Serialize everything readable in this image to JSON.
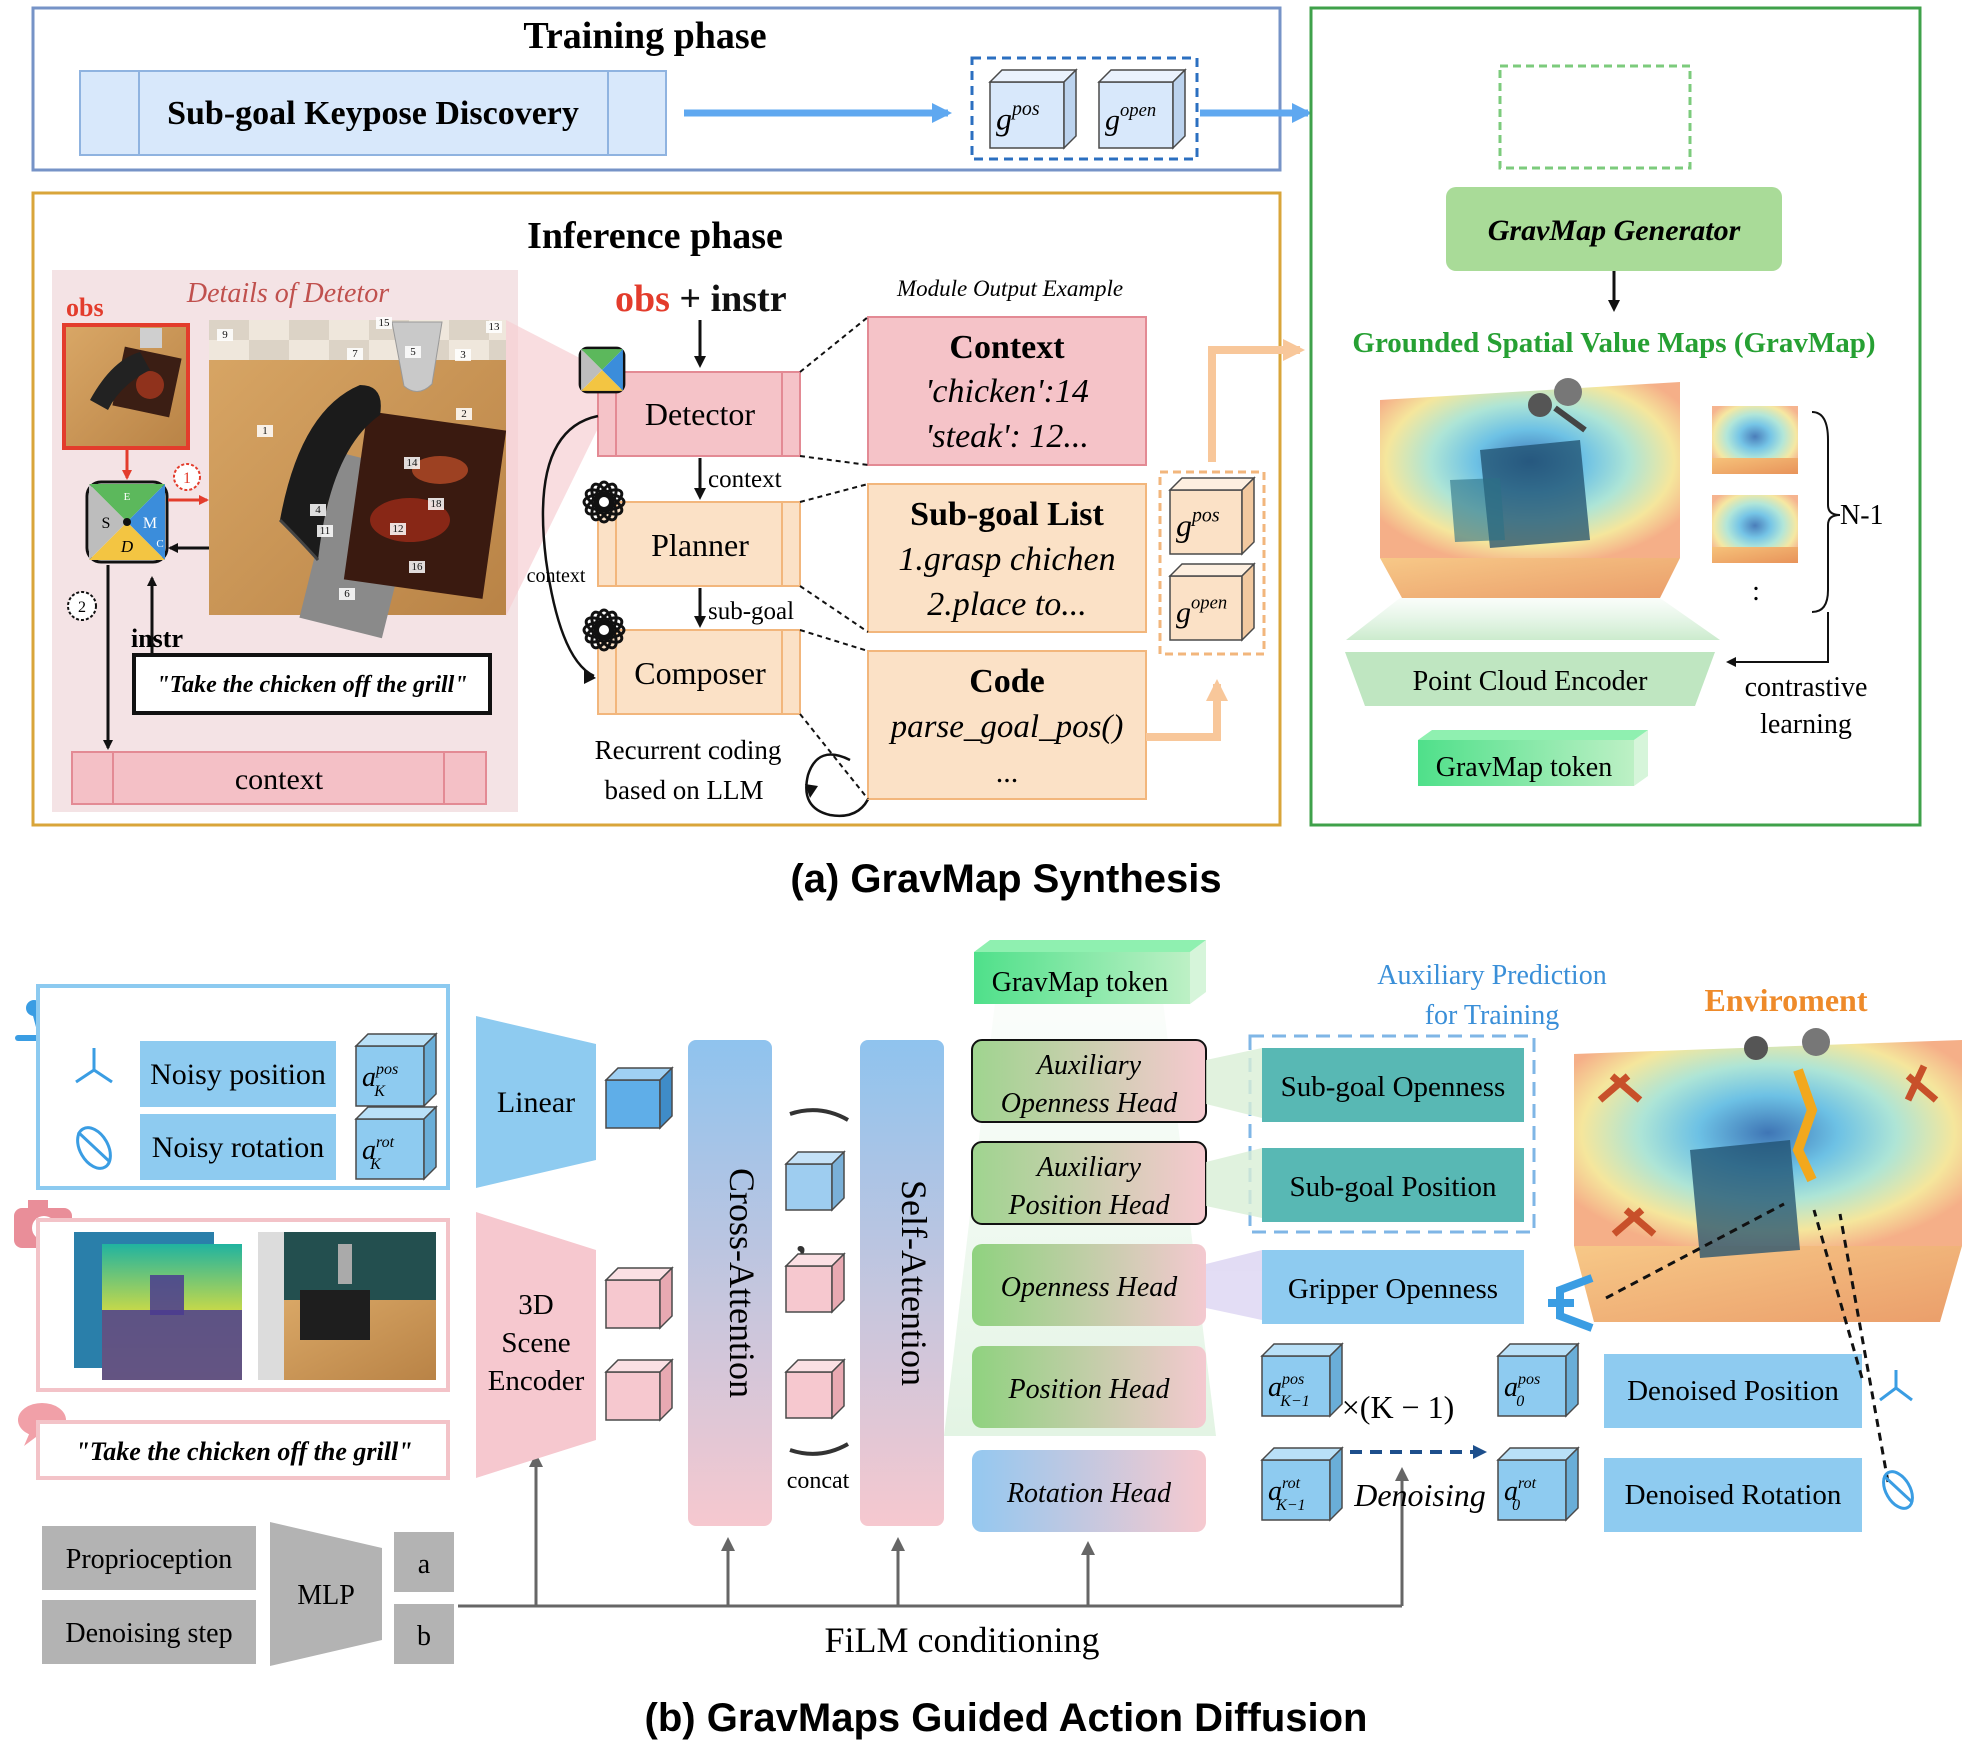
{
  "training": {
    "title": "Training phase",
    "keypose": "Sub-goal Keypose Discovery"
  },
  "goal_tokens": {
    "pos_sup": "pos",
    "open_sup": "open",
    "base": "g"
  },
  "inference": {
    "title": "Inference phase",
    "details_title": "Details of Detetor",
    "obs_label": "obs",
    "instr_label": "instr",
    "instr_text": "\"Take the chicken off the grill\"",
    "context_bar": "context",
    "step1": "1",
    "step2": "2",
    "scene_numbers": [
      "15",
      "13",
      "7",
      "5",
      "3",
      "9",
      "1",
      "2",
      "14",
      "18",
      "4",
      "11",
      "12",
      "16",
      "6"
    ],
    "icon_letters": [
      "S",
      "M",
      "D",
      "C",
      "E"
    ],
    "obs_word": "obs",
    "plus_instr": " + instr",
    "module_output_title": "Module Output Example",
    "detector": "Detector",
    "planner": "Planner",
    "composer": "Composer",
    "arrow_context": "context",
    "arrow_subgoal": "sub-goal",
    "side_context": "context",
    "recurrent_line1": "Recurrent coding",
    "recurrent_line2": "based on LLM",
    "context_box": {
      "title": "Context",
      "line1": "'chicken':14",
      "line2": "'steak': 12..."
    },
    "subgoal_box": {
      "title": "Sub-goal List",
      "line1": "1.grasp chichen",
      "line2": "2.place to..."
    },
    "code_box": {
      "title": "Code",
      "line1": "parse_goal_pos()",
      "line2": "..."
    }
  },
  "generator": {
    "title": "GravMap Generator",
    "maps_title": "Grounded Spatial Value Maps (GravMap)",
    "n_minus_1": "N-1",
    "dots": ":",
    "encoder": "Point Cloud Encoder",
    "contrastive_line1": "contrastive",
    "contrastive_line2": "learning",
    "token": "GravMap token"
  },
  "caption_a": "(a) GravMap Synthesis",
  "caption_b": "(b) GravMaps Guided Action Diffusion",
  "diffusion": {
    "noisy_position": "Noisy position",
    "noisy_rotation": "Noisy rotation",
    "a_pos_sub": "K",
    "a_pos_sup": "pos",
    "a_rot_sup": "rot",
    "a_base": "a",
    "linear": "Linear",
    "scene_encoder_lines": [
      "3D",
      "Scene",
      "Encoder"
    ],
    "instruction": "\"Take the chicken off the grill\"",
    "proprioception": "Proprioception",
    "denoising_step": "Denoising step",
    "mlp": "MLP",
    "a_label": "a",
    "b_label": "b",
    "cross_attention": "Cross-Attention",
    "self_attention": "Self-Attention",
    "concat": "concat",
    "comma": ",",
    "gravmap_token": "GravMap token",
    "aux_pred_line1": "Auxiliary Prediction",
    "aux_pred_line2": "for Training",
    "aux_openness_head": [
      "Auxiliary",
      "Openness Head"
    ],
    "aux_position_head": [
      "Auxiliary",
      "Position Head"
    ],
    "openness_head": "Openness Head",
    "position_head": "Position Head",
    "rotation_head": "Rotation Head",
    "subgoal_openness": "Sub-goal Openness",
    "subgoal_position": "Sub-goal Position",
    "gripper_openness": "Gripper Openness",
    "km1_sub": "K−1",
    "zero_sub": "0",
    "times_k": "×(K − 1)",
    "denoising": "Denoising",
    "denoised_position": "Denoised Position",
    "denoised_rotation": "Denoised Rotation",
    "environment": "Enviroment",
    "film": "FiLM conditioning"
  }
}
